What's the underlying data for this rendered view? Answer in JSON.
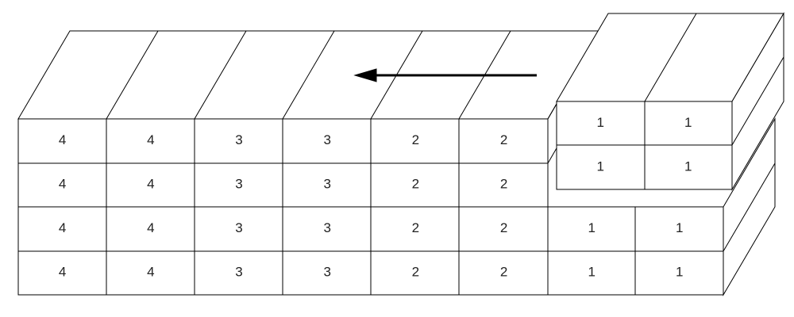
{
  "diagram": {
    "direction_arrow": "left",
    "left_block": {
      "rows": [
        [
          "4",
          "4",
          "3",
          "3",
          "2",
          "2"
        ],
        [
          "4",
          "4",
          "3",
          "3",
          "2",
          "2"
        ],
        [
          "4",
          "4",
          "3",
          "3",
          "2",
          "2"
        ],
        [
          "4",
          "4",
          "3",
          "3",
          "2",
          "2"
        ]
      ]
    },
    "right_upper_block": {
      "rows": [
        [
          "1",
          "1"
        ],
        [
          "1",
          "1"
        ]
      ]
    },
    "right_lower_block": {
      "rows": [
        [
          "1",
          "1"
        ],
        [
          "1",
          "1"
        ]
      ]
    }
  }
}
